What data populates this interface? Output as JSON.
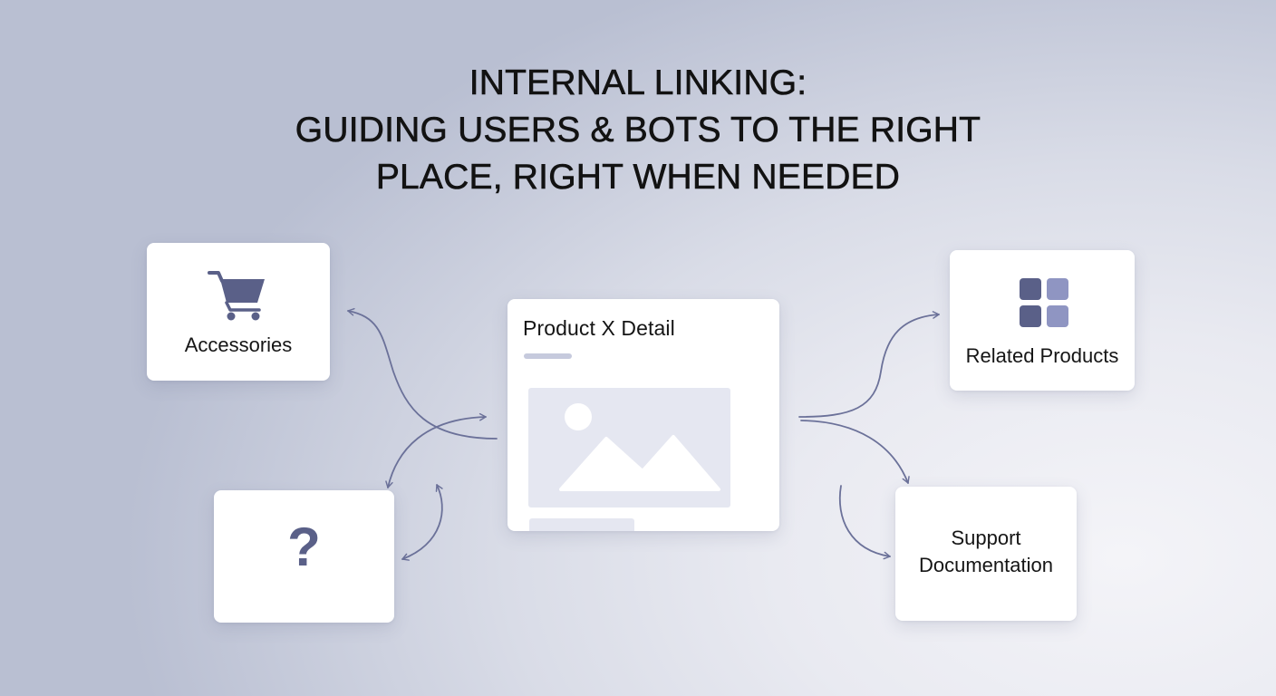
{
  "title": {
    "line1": "INTERNAL LINKING:",
    "line2": "GUIDING USERS & BOTS TO THE RIGHT",
    "line3": "PLACE, RIGHT WHEN NEEDED"
  },
  "cards": {
    "accessories": {
      "label": "Accessories",
      "icon": "shopping-cart-icon"
    },
    "question": {
      "label": "?",
      "icon": "question-mark-icon"
    },
    "product": {
      "title": "Product X Detail",
      "icon": "image-placeholder-icon"
    },
    "related": {
      "label": "Related Products",
      "icon": "grid-icon"
    },
    "support": {
      "label_line1": "Support",
      "label_line2": "Documentation"
    }
  },
  "colors": {
    "accent": "#5a6088",
    "accent_light": "#8f95c2",
    "link_line": "#6b7199",
    "placeholder": "#e5e7f1"
  }
}
